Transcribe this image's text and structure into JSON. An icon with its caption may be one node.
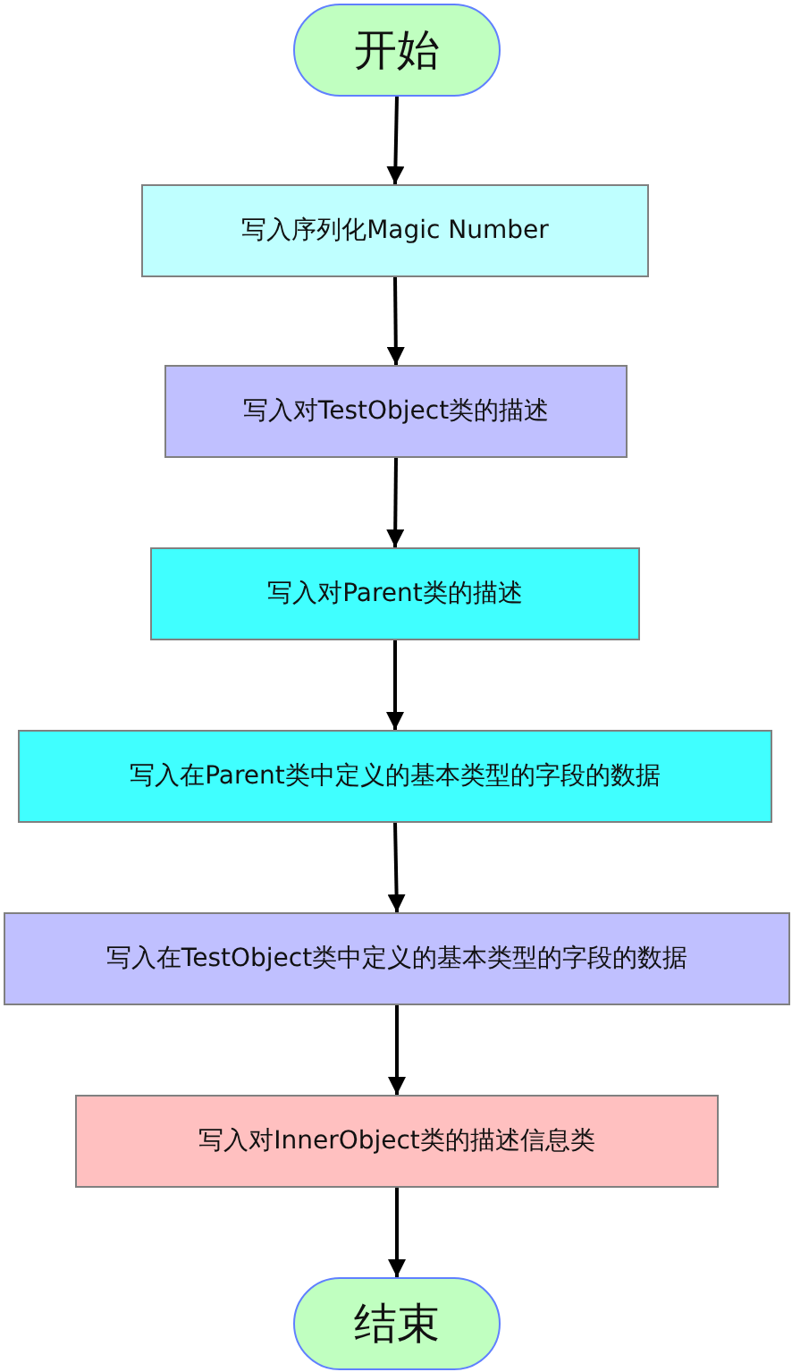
{
  "diagram": {
    "nodes": [
      {
        "text": [
          "开始"
        ]
      },
      {
        "text": [
          "写入序列化Magic Number"
        ]
      },
      {
        "text": [
          "写入对TestObject类的描述"
        ]
      },
      {
        "text": [
          "写入对Parent类的描述"
        ]
      },
      {
        "text": [
          "写入在Parent类中定义的基本类型的字段的数据"
        ]
      },
      {
        "text": [
          "写入在TestObject类中定义的基本类型的字段的数据"
        ]
      },
      {
        "text": [
          "写入对InnerObject类的描述信息类"
        ]
      },
      {
        "text": [
          "结束"
        ]
      }
    ],
    "edges": [
      {
        "from": 0,
        "to": 1,
        "arrow": "to"
      },
      {
        "from": 1,
        "to": 2,
        "arrow": "to"
      },
      {
        "from": 2,
        "to": 3,
        "arrow": "to"
      },
      {
        "from": 3,
        "to": 4,
        "arrow": "to"
      },
      {
        "from": 4,
        "to": 5,
        "arrow": "to"
      },
      {
        "from": 5,
        "to": 6,
        "arrow": "to"
      },
      {
        "from": 6,
        "to": 7,
        "arrow": "to"
      }
    ]
  }
}
